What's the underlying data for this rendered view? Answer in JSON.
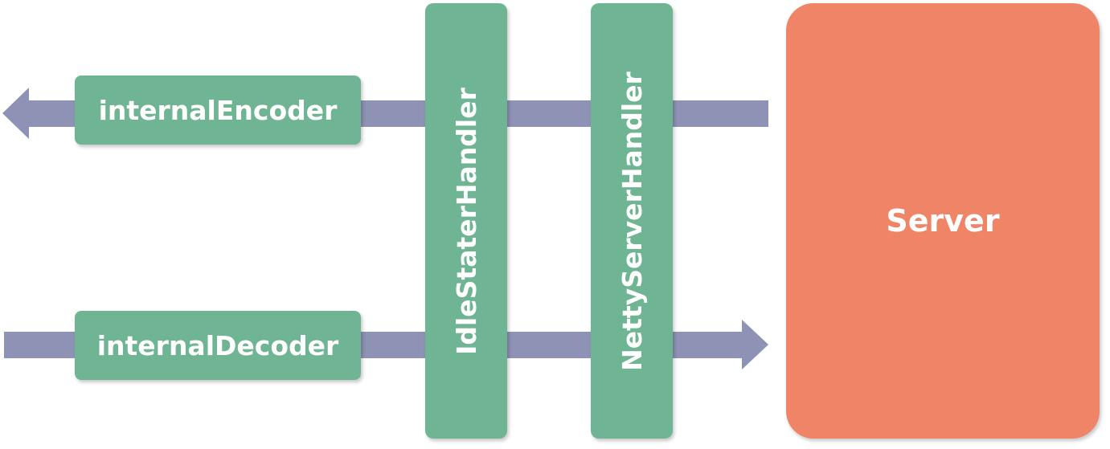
{
  "colors": {
    "arrow": "#8e92b4",
    "handler": "#6fb593",
    "server": "#ef8466",
    "text": "#ffffff"
  },
  "nodes": {
    "internal_encoder": "internalEncoder",
    "internal_decoder": "internalDecoder",
    "idle_state_handler": "IdleStaterHandler",
    "netty_server_handler": "NettyServerHandler",
    "server": "Server"
  }
}
